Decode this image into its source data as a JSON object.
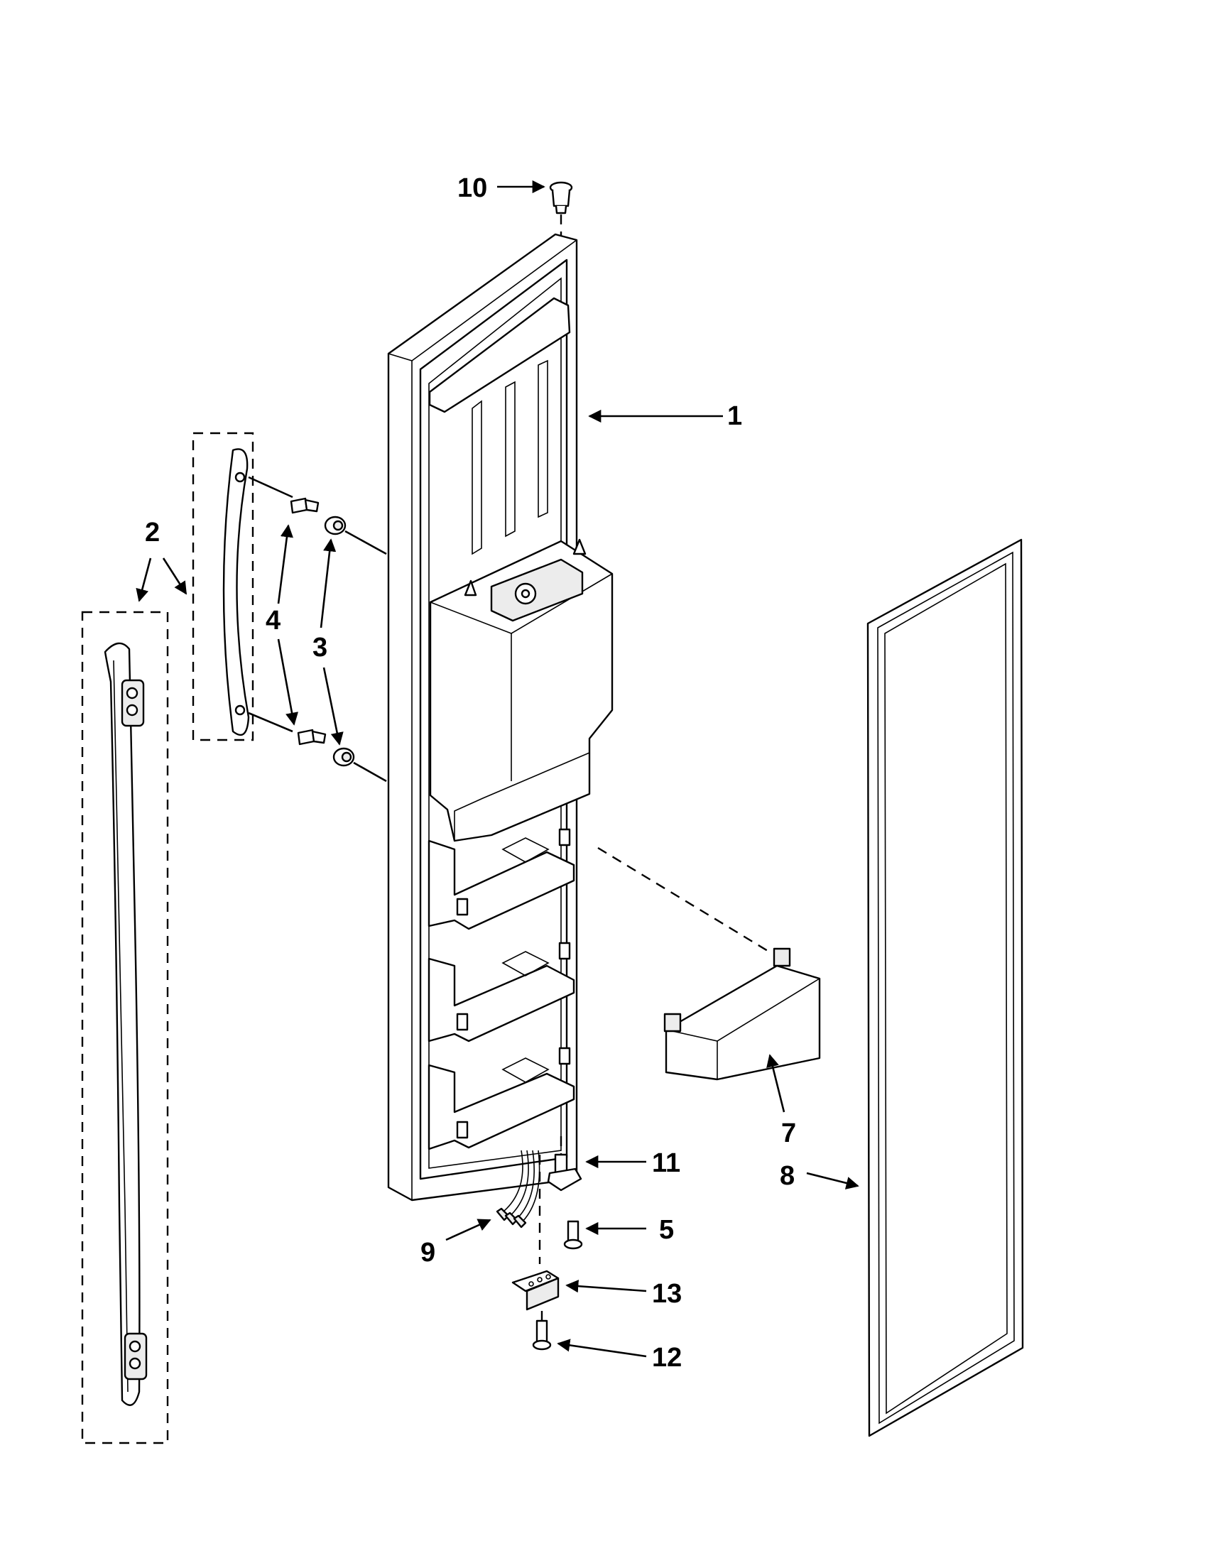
{
  "callouts": {
    "c1": "1",
    "c2": "2",
    "c3": "3",
    "c4": "4",
    "c5": "5",
    "c7": "7",
    "c8": "8",
    "c9": "9",
    "c10": "10",
    "c11": "11",
    "c12": "12",
    "c13": "13"
  },
  "colors": {
    "line": "#000000",
    "background": "#ffffff"
  }
}
